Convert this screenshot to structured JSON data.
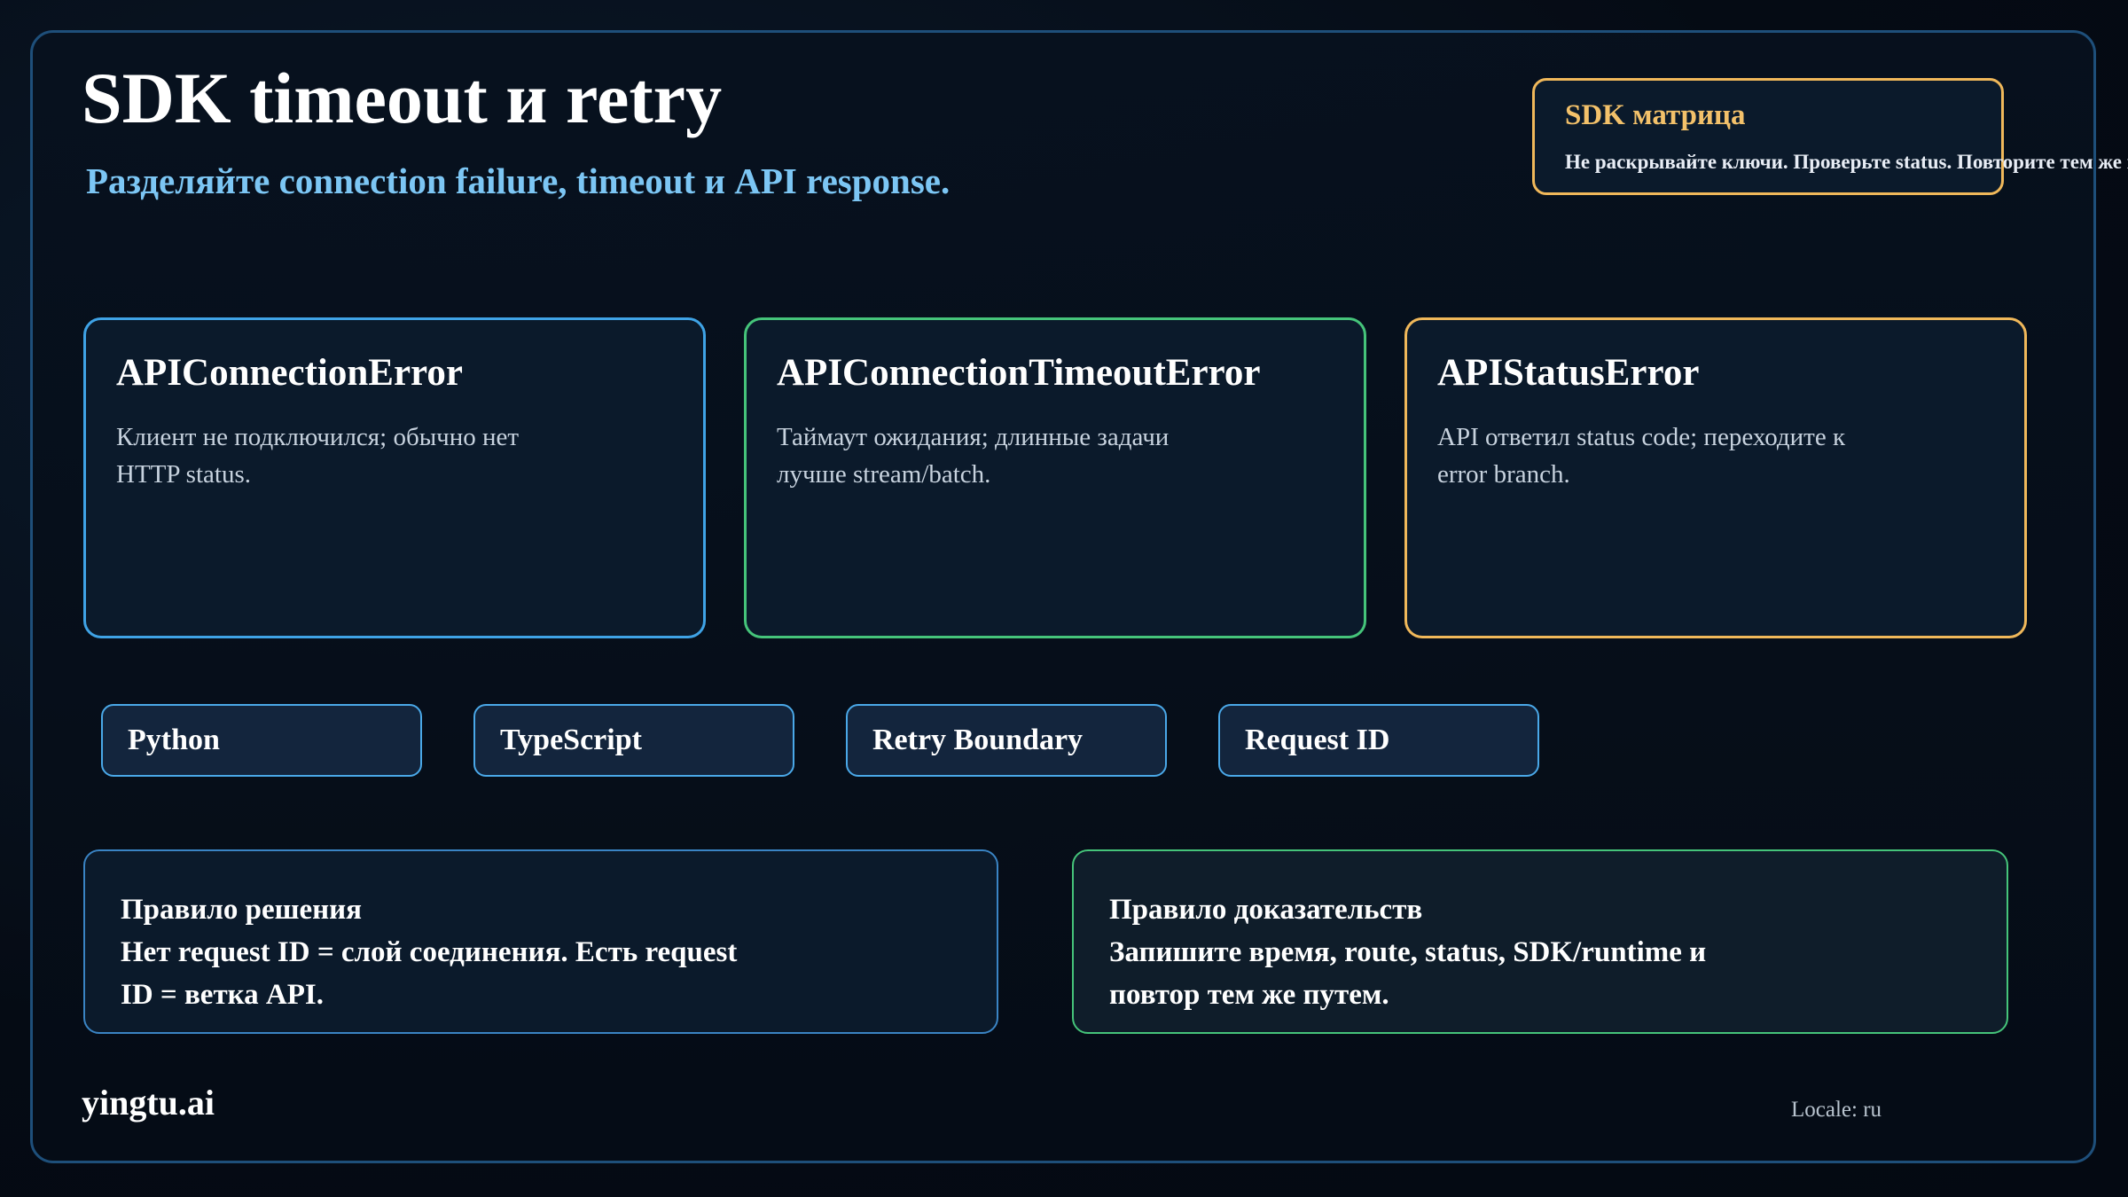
{
  "header": {
    "title": "SDK timeout и retry",
    "subtitle": "Разделяйте connection failure, timeout и API response."
  },
  "callout": {
    "title": "SDK матрица",
    "text": "Не раскрывайте ключи. Проверьте status. Повторите тем же путем."
  },
  "cards": [
    {
      "title": "APIConnectionError",
      "text": "Клиент не подключился; обычно нет HTTP status.",
      "accent": "#3fa3e6"
    },
    {
      "title": "APIConnectionTimeoutError",
      "text": "Таймаут ожидания; длинные задачи лучше stream/batch.",
      "accent": "#45c47a"
    },
    {
      "title": "APIStatusError",
      "text": "API ответил status code; переходите к error branch.",
      "accent": "#f0b85a"
    }
  ],
  "tags": [
    {
      "label": "Python"
    },
    {
      "label": "TypeScript"
    },
    {
      "label": "Retry Boundary"
    },
    {
      "label": "Request ID"
    }
  ],
  "rules": [
    {
      "title": "Правило решения",
      "text": "Нет request ID = слой соединения. Есть request ID = ветка API.",
      "accent": "#3a84c4"
    },
    {
      "title": "Правило доказательств",
      "text": "Запишите время, route, status, SDK/runtime и повтор тем же путем.",
      "accent": "#45c47a"
    }
  ],
  "footer": {
    "brand": "yingtu.ai",
    "locale": "Locale: ru"
  }
}
